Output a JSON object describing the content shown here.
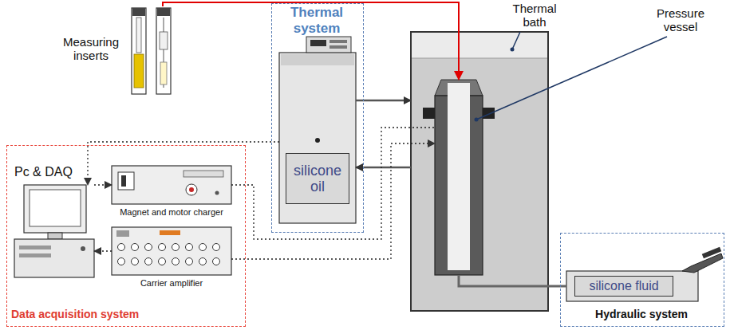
{
  "diagram": {
    "nodes": [
      {
        "text": [
          "Thermal system"
        ]
      },
      {
        "text": [
          "silicone oil"
        ],
        "in": 0
      },
      {
        "text": [
          "Data acquisition system"
        ]
      },
      {
        "text": [
          "Pc & DAQ"
        ],
        "in": 2
      },
      {
        "text": [
          "Magnet and motor charger"
        ],
        "in": 2
      },
      {
        "text": [
          "Carrier amplifier"
        ],
        "in": 2
      },
      {
        "text": [
          "Hydraulic system"
        ]
      },
      {
        "text": [
          "silicone fluid"
        ],
        "in": 6
      },
      {
        "text": [
          "Thermal bath"
        ]
      },
      {
        "text": [
          "Pressure vessel"
        ],
        "in": 8
      },
      {
        "text": [
          "Measuring inserts"
        ]
      }
    ],
    "edges": [
      {
        "from": 10,
        "to": 9,
        "arrow": "to"
      },
      {
        "from": 1,
        "to": 8,
        "arrow": "to"
      },
      {
        "from": 8,
        "to": 1,
        "arrow": "to"
      },
      {
        "from": 1,
        "to": 3,
        "arrow": "to"
      },
      {
        "from": 3,
        "to": 4,
        "arrow": "to"
      },
      {
        "from": 5,
        "to": 3,
        "arrow": "to"
      },
      {
        "from": 4,
        "to": 9,
        "arrow": "none"
      },
      {
        "from": 5,
        "to": 9,
        "arrow": "to"
      },
      {
        "from": 7,
        "to": 9,
        "arrow": "none"
      }
    ]
  }
}
